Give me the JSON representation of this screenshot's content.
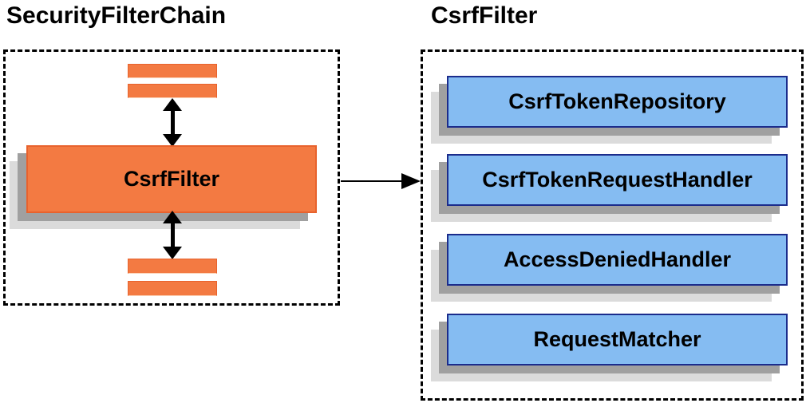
{
  "diagram": {
    "left_panel": {
      "title": "SecurityFilterChain",
      "center_box_label": "CsrfFilter",
      "top_filter_bars": 2,
      "bottom_filter_bars": 2
    },
    "right_panel": {
      "title": "CsrfFilter",
      "components": [
        {
          "label": "CsrfTokenRepository"
        },
        {
          "label": "CsrfTokenRequestHandler"
        },
        {
          "label": "AccessDeniedHandler"
        },
        {
          "label": "RequestMatcher"
        }
      ]
    },
    "colors": {
      "filter_orange_fill": "#F37A42",
      "filter_orange_border": "#E8622D",
      "component_blue_fill": "#85BCF2",
      "component_blue_border": "#1B2C8C",
      "shadow_dark": "#A0A0A0",
      "shadow_light": "#DBDBDB",
      "arrow_black": "#000000",
      "background": "#FFFFFF"
    }
  }
}
